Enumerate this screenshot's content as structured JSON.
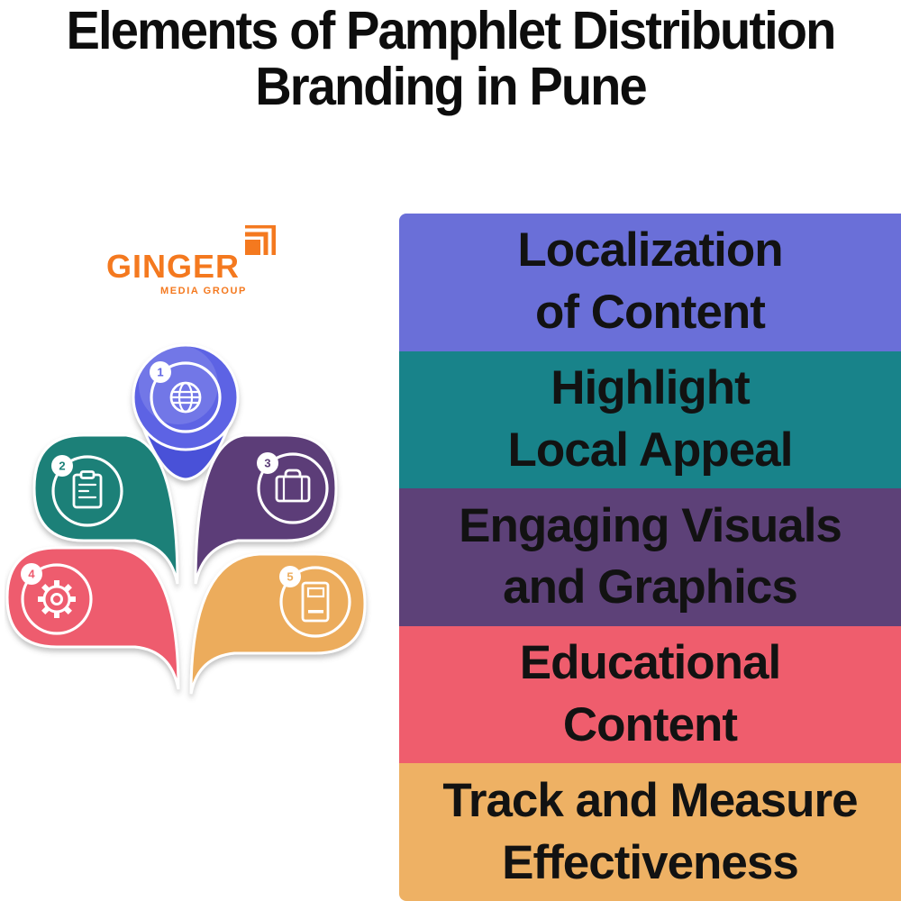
{
  "title": {
    "line1": "Elements of Pamphlet Distribution",
    "line2": "Branding in Pune"
  },
  "logo": {
    "brand": "GINGER",
    "subtitle": "MEDIA GROUP",
    "color": "#F4791F",
    "icon": "layered-squares-icon"
  },
  "diagram": {
    "petals": [
      {
        "number": "1",
        "icon": "globe-icon",
        "color": "#5D63E4",
        "tail_color": "#4A51D8"
      },
      {
        "number": "2",
        "icon": "clipboard-icon",
        "color": "#1A8078"
      },
      {
        "number": "3",
        "icon": "briefcase-icon",
        "color": "#5B3D78"
      },
      {
        "number": "4",
        "icon": "gear-icon",
        "color": "#EE5B6E"
      },
      {
        "number": "5",
        "icon": "book-icon",
        "color": "#ECAC5C"
      }
    ]
  },
  "bands": [
    {
      "line1": "Localization",
      "line2": "of Content",
      "color": "#6A6FD8"
    },
    {
      "line1": "Highlight",
      "line2": "Local Appeal",
      "color": "#18838A"
    },
    {
      "line1": "Engaging Visuals",
      "line2": "and Graphics",
      "color": "#5D4178"
    },
    {
      "line1": "Educational",
      "line2": "Content",
      "color": "#EF5D6D"
    },
    {
      "line1": "Track and Measure",
      "line2": "Effectiveness",
      "color": "#EEB164"
    }
  ]
}
